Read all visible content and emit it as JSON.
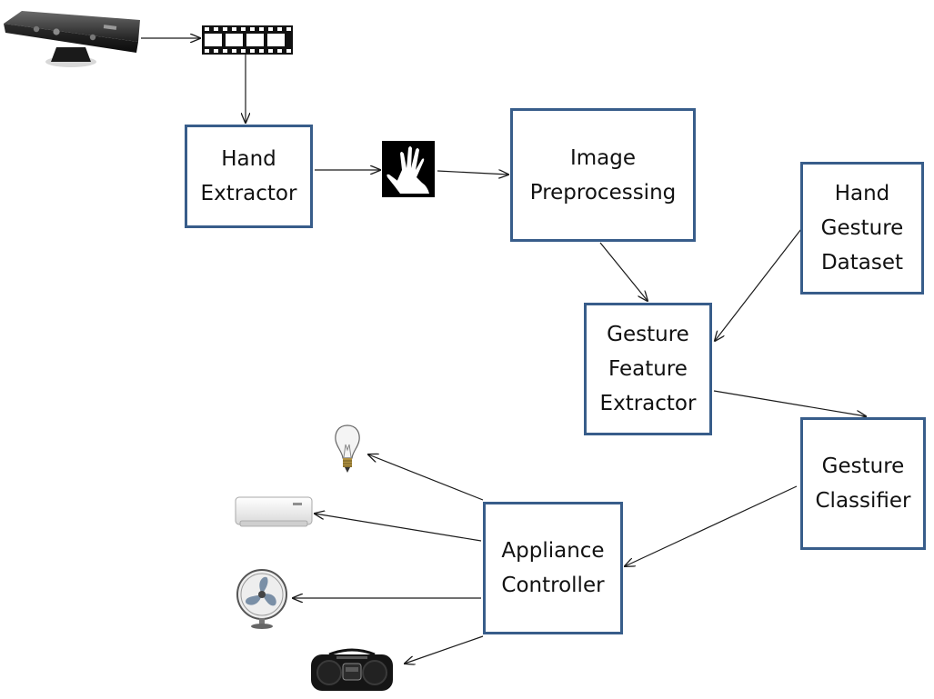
{
  "diagram": {
    "nodes": {
      "hand_extractor": [
        "Hand",
        "Extractor"
      ],
      "image_preprocessing": [
        "Image",
        "Preprocessing"
      ],
      "hand_gesture_dataset": [
        "Hand",
        "Gesture",
        "Dataset"
      ],
      "gesture_feature_extractor": [
        "Gesture",
        "Feature",
        "Extractor"
      ],
      "gesture_classifier": [
        "Gesture",
        "Classifier"
      ],
      "appliance_controller": [
        "Appliance",
        "Controller"
      ]
    },
    "images": {
      "sensor": "depth-camera-sensor",
      "video": "film-strip-icon",
      "hand_mask": "hand-silhouette-icon",
      "light": "light-bulb-icon",
      "air_conditioner": "air-conditioner-icon",
      "fan": "fan-icon",
      "stereo": "boombox-icon"
    },
    "colors": {
      "box_border": "#385d8a",
      "arrow": "#1a1a1a"
    }
  }
}
